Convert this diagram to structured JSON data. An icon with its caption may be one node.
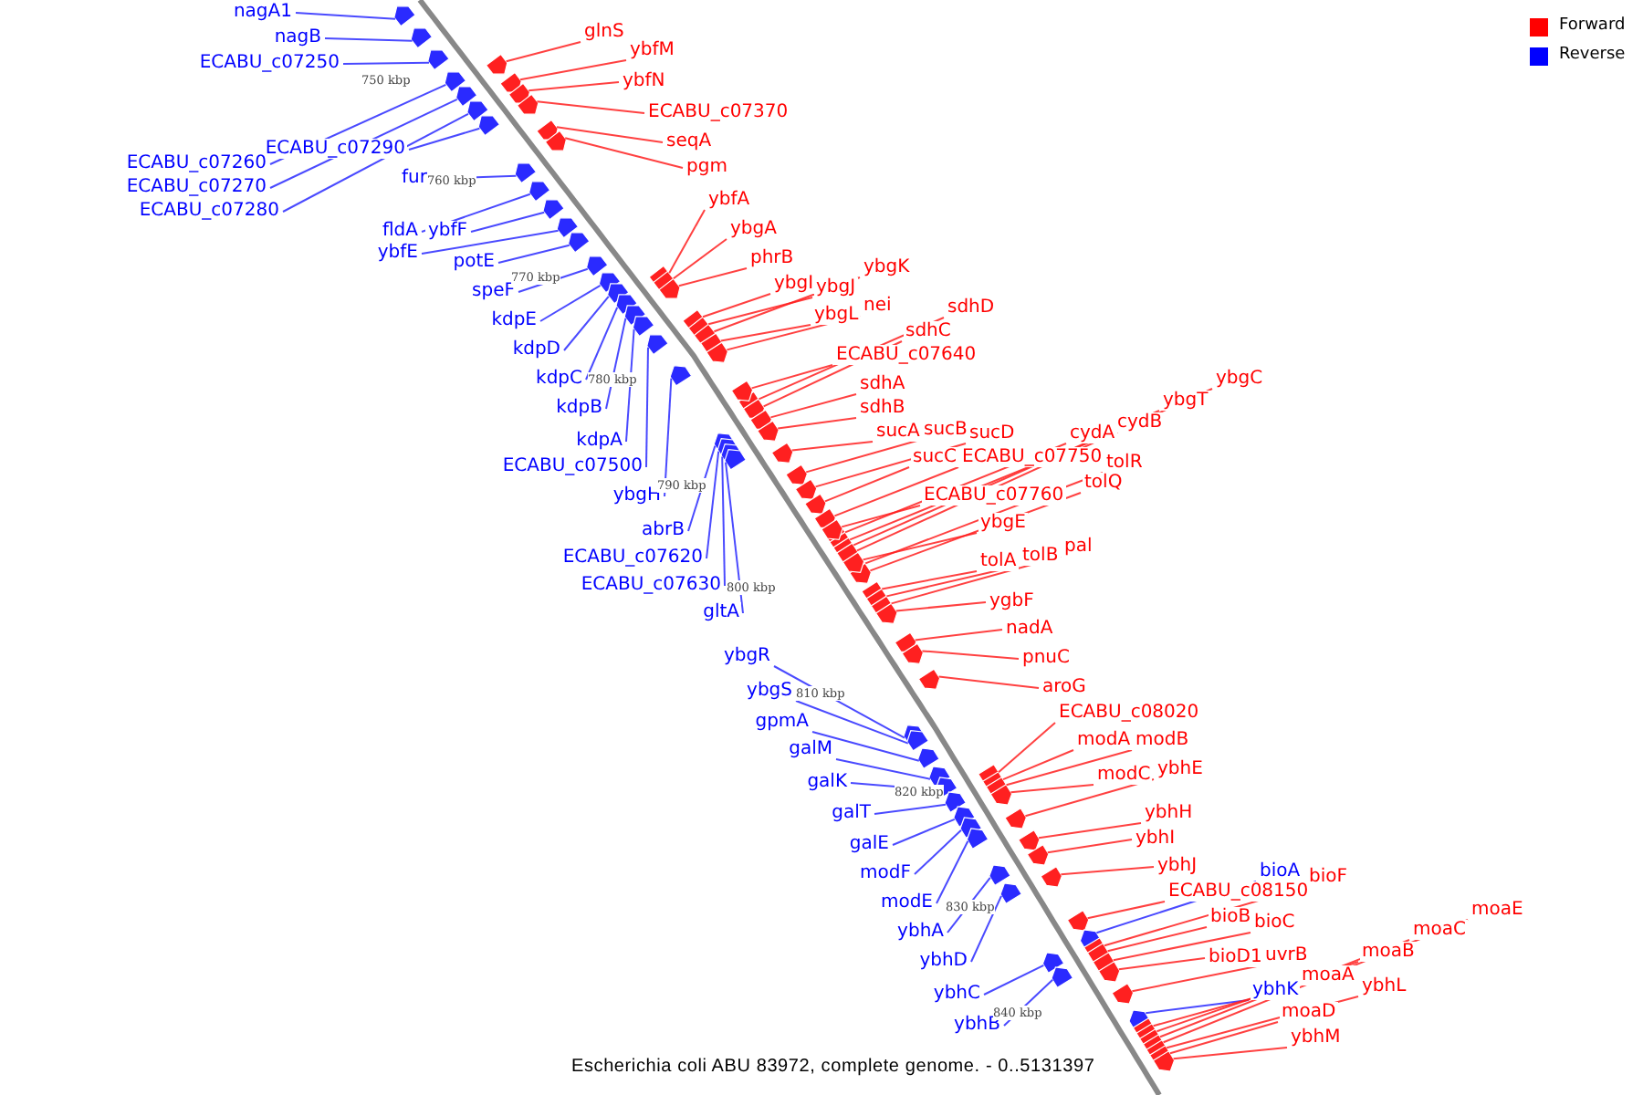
{
  "diagram": {
    "caption": "Escherichia coli ABU 83972, complete genome. - 0..5131397",
    "nodes": [
      {
        "text": [
          "nagA1"
        ]
      },
      {
        "text": [
          "nagB"
        ]
      },
      {
        "text": [
          "ECABU_c07250"
        ]
      },
      {
        "text": [
          "ECABU_c07290"
        ]
      },
      {
        "text": [
          "ECABU_c07260"
        ]
      },
      {
        "text": [
          "ECABU_c07270"
        ]
      },
      {
        "text": [
          "ECABU_c07280"
        ]
      },
      {
        "text": [
          "fur"
        ]
      },
      {
        "text": [
          "fldA"
        ]
      },
      {
        "text": [
          "ybfF"
        ]
      },
      {
        "text": [
          "ybfE"
        ]
      },
      {
        "text": [
          "potE"
        ]
      },
      {
        "text": [
          "speF"
        ]
      },
      {
        "text": [
          "kdpE"
        ]
      },
      {
        "text": [
          "kdpD"
        ]
      },
      {
        "text": [
          "kdpC"
        ]
      },
      {
        "text": [
          "kdpB"
        ]
      },
      {
        "text": [
          "kdpA"
        ]
      },
      {
        "text": [
          "ECABU_c07500"
        ]
      },
      {
        "text": [
          "ybgH"
        ]
      },
      {
        "text": [
          "abrB"
        ]
      },
      {
        "text": [
          "ECABU_c07620"
        ]
      },
      {
        "text": [
          "ECABU_c07630"
        ]
      },
      {
        "text": [
          "gltA"
        ]
      },
      {
        "text": [
          "ybgR"
        ]
      },
      {
        "text": [
          "ybgS"
        ]
      },
      {
        "text": [
          "gpmA"
        ]
      },
      {
        "text": [
          "galM"
        ]
      },
      {
        "text": [
          "galK"
        ]
      },
      {
        "text": [
          "galT"
        ]
      },
      {
        "text": [
          "galE"
        ]
      },
      {
        "text": [
          "modF"
        ]
      },
      {
        "text": [
          "modE"
        ]
      },
      {
        "text": [
          "ybhA"
        ]
      },
      {
        "text": [
          "ybhD"
        ]
      },
      {
        "text": [
          "ybhC"
        ]
      },
      {
        "text": [
          "ybhB"
        ]
      },
      {
        "text": [
          "glnS"
        ]
      },
      {
        "text": [
          "ybfM"
        ]
      },
      {
        "text": [
          "ybfN"
        ]
      },
      {
        "text": [
          "ECABU_c07370"
        ]
      },
      {
        "text": [
          "seqA"
        ]
      },
      {
        "text": [
          "pgm"
        ]
      },
      {
        "text": [
          "ybfA"
        ]
      },
      {
        "text": [
          "ybgA"
        ]
      },
      {
        "text": [
          "phrB"
        ]
      },
      {
        "text": [
          "ybgI"
        ]
      },
      {
        "text": [
          "ybgJ"
        ]
      },
      {
        "text": [
          "ybgK"
        ]
      },
      {
        "text": [
          "ybgL"
        ]
      },
      {
        "text": [
          "nei"
        ]
      },
      {
        "text": [
          "sdhD"
        ]
      },
      {
        "text": [
          "sdhC"
        ]
      },
      {
        "text": [
          "ECABU_c07640"
        ]
      },
      {
        "text": [
          "sdhA"
        ]
      },
      {
        "text": [
          "sdhB"
        ]
      },
      {
        "text": [
          "sucA"
        ]
      },
      {
        "text": [
          "sucB"
        ]
      },
      {
        "text": [
          "sucD"
        ]
      },
      {
        "text": [
          "sucC"
        ]
      },
      {
        "text": [
          "ECABU_c07750"
        ]
      },
      {
        "text": [
          "cydA"
        ]
      },
      {
        "text": [
          "cydB"
        ]
      },
      {
        "text": [
          "ybgT"
        ]
      },
      {
        "text": [
          "ybgC"
        ]
      },
      {
        "text": [
          "tolR"
        ]
      },
      {
        "text": [
          "tolQ"
        ]
      },
      {
        "text": [
          "ECABU_c07760"
        ]
      },
      {
        "text": [
          "ybgE"
        ]
      },
      {
        "text": [
          "tolA"
        ]
      },
      {
        "text": [
          "tolB"
        ]
      },
      {
        "text": [
          "pal"
        ]
      },
      {
        "text": [
          "ygbF"
        ]
      },
      {
        "text": [
          "nadA"
        ]
      },
      {
        "text": [
          "pnuC"
        ]
      },
      {
        "text": [
          "aroG"
        ]
      },
      {
        "text": [
          "ECABU_c08020"
        ]
      },
      {
        "text": [
          "modA"
        ]
      },
      {
        "text": [
          "modB"
        ]
      },
      {
        "text": [
          "modC"
        ]
      },
      {
        "text": [
          "ybhE"
        ]
      },
      {
        "text": [
          "ybhH"
        ]
      },
      {
        "text": [
          "ybhI"
        ]
      },
      {
        "text": [
          "ybhJ"
        ]
      },
      {
        "text": [
          "ECABU_c08150"
        ]
      },
      {
        "text": [
          "bioA"
        ]
      },
      {
        "text": [
          "bioF"
        ]
      },
      {
        "text": [
          "bioB"
        ]
      },
      {
        "text": [
          "bioC"
        ]
      },
      {
        "text": [
          "bioD1"
        ]
      },
      {
        "text": [
          "uvrB"
        ]
      },
      {
        "text": [
          "ybhK"
        ]
      },
      {
        "text": [
          "moaA"
        ]
      },
      {
        "text": [
          "moaB"
        ]
      },
      {
        "text": [
          "moaC"
        ]
      },
      {
        "text": [
          "moaE"
        ]
      },
      {
        "text": [
          "ybhL"
        ]
      },
      {
        "text": [
          "moaD"
        ]
      },
      {
        "text": [
          "ybhM"
        ]
      },
      {
        "text": [],
        "shape": "arrow"
      },
      {
        "text": [],
        "shape": "arrow"
      },
      {
        "text": [],
        "shape": "arrow"
      },
      {
        "text": [],
        "shape": "arrow"
      },
      {
        "text": [],
        "shape": "arrow"
      },
      {
        "text": [],
        "shape": "arrow"
      },
      {
        "text": [],
        "shape": "arrow"
      },
      {
        "text": [],
        "shape": "arrow"
      },
      {
        "text": [],
        "shape": "arrow"
      },
      {
        "text": [],
        "shape": "arrow"
      },
      {
        "text": [],
        "shape": "arrow"
      },
      {
        "text": [],
        "shape": "arrow"
      },
      {
        "text": [],
        "shape": "arrow"
      },
      {
        "text": [],
        "shape": "arrow"
      },
      {
        "text": [],
        "shape": "arrow"
      },
      {
        "text": [],
        "shape": "arrow"
      },
      {
        "text": [],
        "shape": "arrow"
      },
      {
        "text": [],
        "shape": "arrow"
      },
      {
        "text": [],
        "shape": "arrow"
      },
      {
        "text": [],
        "shape": "arrow"
      },
      {
        "text": [],
        "shape": "arrow"
      },
      {
        "text": [],
        "shape": "arrow"
      },
      {
        "text": [],
        "shape": "arrow"
      },
      {
        "text": [],
        "shape": "arrow"
      },
      {
        "text": [],
        "shape": "arrow"
      },
      {
        "text": [],
        "shape": "arrow"
      },
      {
        "text": [],
        "shape": "arrow"
      },
      {
        "text": [],
        "shape": "arrow"
      },
      {
        "text": [],
        "shape": "arrow"
      },
      {
        "text": [],
        "shape": "arrow"
      },
      {
        "text": [],
        "shape": "arrow"
      },
      {
        "text": [],
        "shape": "arrow"
      },
      {
        "text": [],
        "shape": "arrow"
      },
      {
        "text": [],
        "shape": "arrow"
      },
      {
        "text": [],
        "shape": "arrow"
      },
      {
        "text": [],
        "shape": "arrow"
      },
      {
        "text": [],
        "shape": "arrow"
      },
      {
        "text": [],
        "shape": "arrow"
      },
      {
        "text": [],
        "shape": "arrow"
      },
      {
        "text": [],
        "shape": "arrow"
      },
      {
        "text": [],
        "shape": "arrow"
      },
      {
        "text": [],
        "shape": "arrow"
      },
      {
        "text": [],
        "shape": "arrow"
      },
      {
        "text": [],
        "shape": "arrow"
      },
      {
        "text": [],
        "shape": "arrow"
      },
      {
        "text": [],
        "shape": "arrow"
      },
      {
        "text": [],
        "shape": "arrow"
      },
      {
        "text": [],
        "shape": "arrow"
      },
      {
        "text": [],
        "shape": "arrow"
      },
      {
        "text": [],
        "shape": "arrow"
      },
      {
        "text": [],
        "shape": "arrow"
      },
      {
        "text": [],
        "shape": "arrow"
      },
      {
        "text": [],
        "shape": "arrow"
      },
      {
        "text": [],
        "shape": "arrow"
      },
      {
        "text": [],
        "shape": "arrow"
      },
      {
        "text": [],
        "shape": "arrow"
      },
      {
        "text": [],
        "shape": "arrow"
      },
      {
        "text": [],
        "shape": "arrow"
      },
      {
        "text": [],
        "shape": "arrow"
      },
      {
        "text": [],
        "shape": "arrow"
      },
      {
        "text": [],
        "shape": "arrow"
      },
      {
        "text": [],
        "shape": "arrow"
      },
      {
        "text": [],
        "shape": "arrow"
      },
      {
        "text": [],
        "shape": "arrow"
      },
      {
        "text": [],
        "shape": "arrow"
      },
      {
        "text": [],
        "shape": "arrow"
      },
      {
        "text": [],
        "shape": "arrow"
      },
      {
        "text": [],
        "shape": "arrow"
      },
      {
        "text": [],
        "shape": "arrow"
      },
      {
        "text": [],
        "shape": "arrow"
      },
      {
        "text": [],
        "shape": "arrow"
      },
      {
        "text": [],
        "shape": "arrow"
      },
      {
        "text": [],
        "shape": "arrow"
      },
      {
        "text": [],
        "shape": "arrow"
      },
      {
        "text": [],
        "shape": "arrow"
      },
      {
        "text": [],
        "shape": "arrow"
      },
      {
        "text": [],
        "shape": "arrow"
      },
      {
        "text": [],
        "shape": "arrow"
      },
      {
        "text": [],
        "shape": "arrow"
      },
      {
        "text": [],
        "shape": "arrow"
      },
      {
        "text": [],
        "shape": "arrow"
      },
      {
        "text": [],
        "shape": "arrow"
      },
      {
        "text": [],
        "shape": "arrow"
      },
      {
        "text": [],
        "shape": "arrow"
      },
      {
        "text": [],
        "shape": "arrow"
      },
      {
        "text": [],
        "shape": "arrow"
      },
      {
        "text": [],
        "shape": "arrow"
      },
      {
        "text": [],
        "shape": "arrow"
      },
      {
        "text": [],
        "shape": "arrow"
      },
      {
        "text": [],
        "shape": "arrow"
      },
      {
        "text": [],
        "shape": "arrow"
      },
      {
        "text": [],
        "shape": "arrow"
      },
      {
        "text": [],
        "shape": "arrow"
      },
      {
        "text": [],
        "shape": "arrow"
      },
      {
        "text": [],
        "shape": "arrow"
      },
      {
        "text": [],
        "shape": "arrow"
      },
      {
        "text": [],
        "shape": "arrow"
      },
      {
        "text": [],
        "shape": "arrow"
      },
      {
        "text": [],
        "shape": "arrow"
      }
    ],
    "edges": [
      {
        "from": 0,
        "to": 99,
        "arrow": "none",
        "color": "#2a2aff"
      },
      {
        "from": 1,
        "to": 100,
        "arrow": "none",
        "color": "#2a2aff"
      },
      {
        "from": 2,
        "to": 101,
        "arrow": "none",
        "color": "#2a2aff"
      },
      {
        "from": 3,
        "to": 102,
        "arrow": "none",
        "color": "#2a2aff"
      },
      {
        "from": 4,
        "to": 103,
        "arrow": "none",
        "color": "#2a2aff"
      },
      {
        "from": 5,
        "to": 104,
        "arrow": "none",
        "color": "#2a2aff"
      },
      {
        "from": 6,
        "to": 105,
        "arrow": "none",
        "color": "#2a2aff"
      },
      {
        "from": 7,
        "to": 106,
        "arrow": "none",
        "color": "#2a2aff"
      },
      {
        "from": 8,
        "to": 107,
        "arrow": "none",
        "color": "#2a2aff"
      },
      {
        "from": 9,
        "to": 108,
        "arrow": "none",
        "color": "#2a2aff"
      },
      {
        "from": 10,
        "to": 109,
        "arrow": "none",
        "color": "#2a2aff"
      },
      {
        "from": 11,
        "to": 110,
        "arrow": "none",
        "color": "#2a2aff"
      },
      {
        "from": 12,
        "to": 111,
        "arrow": "none",
        "color": "#2a2aff"
      },
      {
        "from": 13,
        "to": 112,
        "arrow": "none",
        "color": "#2a2aff"
      },
      {
        "from": 14,
        "to": 113,
        "arrow": "none",
        "color": "#2a2aff"
      },
      {
        "from": 15,
        "to": 114,
        "arrow": "none",
        "color": "#2a2aff"
      },
      {
        "from": 16,
        "to": 115,
        "arrow": "none",
        "color": "#2a2aff"
      },
      {
        "from": 17,
        "to": 116,
        "arrow": "none",
        "color": "#2a2aff"
      },
      {
        "from": 18,
        "to": 117,
        "arrow": "none",
        "color": "#2a2aff"
      },
      {
        "from": 19,
        "to": 118,
        "arrow": "none",
        "color": "#2a2aff"
      },
      {
        "from": 20,
        "to": 119,
        "arrow": "none",
        "color": "#2a2aff"
      },
      {
        "from": 21,
        "to": 120,
        "arrow": "none",
        "color": "#2a2aff"
      },
      {
        "from": 22,
        "to": 121,
        "arrow": "none",
        "color": "#2a2aff"
      },
      {
        "from": 23,
        "to": 122,
        "arrow": "none",
        "color": "#2a2aff"
      },
      {
        "from": 24,
        "to": 123,
        "arrow": "none",
        "color": "#2a2aff"
      },
      {
        "from": 25,
        "to": 124,
        "arrow": "none",
        "color": "#2a2aff"
      },
      {
        "from": 26,
        "to": 125,
        "arrow": "none",
        "color": "#2a2aff"
      },
      {
        "from": 27,
        "to": 126,
        "arrow": "none",
        "color": "#2a2aff"
      },
      {
        "from": 28,
        "to": 127,
        "arrow": "none",
        "color": "#2a2aff"
      },
      {
        "from": 29,
        "to": 128,
        "arrow": "none",
        "color": "#2a2aff"
      },
      {
        "from": 30,
        "to": 129,
        "arrow": "none",
        "color": "#2a2aff"
      },
      {
        "from": 31,
        "to": 130,
        "arrow": "none",
        "color": "#2a2aff"
      },
      {
        "from": 32,
        "to": 131,
        "arrow": "none",
        "color": "#2a2aff"
      },
      {
        "from": 33,
        "to": 132,
        "arrow": "none",
        "color": "#2a2aff"
      },
      {
        "from": 34,
        "to": 133,
        "arrow": "none",
        "color": "#2a2aff"
      },
      {
        "from": 35,
        "to": 134,
        "arrow": "none",
        "color": "#2a2aff"
      },
      {
        "from": 36,
        "to": 135,
        "arrow": "none",
        "color": "#2a2aff"
      },
      {
        "from": 37,
        "to": 136,
        "arrow": "none"
      },
      {
        "from": 38,
        "to": 137,
        "arrow": "none"
      },
      {
        "from": 39,
        "to": 138,
        "arrow": "none"
      },
      {
        "from": 40,
        "to": 139,
        "arrow": "none"
      },
      {
        "from": 41,
        "to": 140,
        "arrow": "none"
      },
      {
        "from": 42,
        "to": 141,
        "arrow": "none"
      },
      {
        "from": 43,
        "to": 142,
        "arrow": "none"
      },
      {
        "from": 44,
        "to": 143,
        "arrow": "none"
      },
      {
        "from": 45,
        "to": 144,
        "arrow": "none"
      },
      {
        "from": 46,
        "to": 145,
        "arrow": "none"
      },
      {
        "from": 47,
        "to": 146,
        "arrow": "none"
      },
      {
        "from": 48,
        "to": 147,
        "arrow": "none"
      },
      {
        "from": 49,
        "to": 148,
        "arrow": "none"
      },
      {
        "from": 50,
        "to": 149,
        "arrow": "none"
      },
      {
        "from": 51,
        "to": 150,
        "arrow": "none"
      },
      {
        "from": 52,
        "to": 151,
        "arrow": "none"
      },
      {
        "from": 53,
        "to": 152,
        "arrow": "none"
      },
      {
        "from": 54,
        "to": 153,
        "arrow": "none"
      },
      {
        "from": 55,
        "to": 154,
        "arrow": "none"
      },
      {
        "from": 56,
        "to": 155,
        "arrow": "none"
      },
      {
        "from": 57,
        "to": 156,
        "arrow": "none"
      },
      {
        "from": 58,
        "to": 157,
        "arrow": "none"
      },
      {
        "from": 59,
        "to": 158,
        "arrow": "none"
      },
      {
        "from": 60,
        "to": 159,
        "arrow": "none"
      },
      {
        "from": 61,
        "to": 160,
        "arrow": "none"
      },
      {
        "from": 62,
        "to": 161,
        "arrow": "none"
      },
      {
        "from": 63,
        "to": 162,
        "arrow": "none"
      },
      {
        "from": 64,
        "to": 163,
        "arrow": "none"
      },
      {
        "from": 65,
        "to": 164,
        "arrow": "none"
      },
      {
        "from": 66,
        "to": 165,
        "arrow": "none"
      },
      {
        "from": 67,
        "to": 166,
        "arrow": "none"
      },
      {
        "from": 68,
        "to": 167,
        "arrow": "none"
      },
      {
        "from": 69,
        "to": 168,
        "arrow": "none"
      },
      {
        "from": 70,
        "to": 169,
        "arrow": "none"
      },
      {
        "from": 71,
        "to": 170,
        "arrow": "none"
      },
      {
        "from": 72,
        "to": 171,
        "arrow": "none"
      },
      {
        "from": 73,
        "to": 172,
        "arrow": "none"
      },
      {
        "from": 74,
        "to": 173,
        "arrow": "none"
      },
      {
        "from": 75,
        "to": 174,
        "arrow": "none"
      },
      {
        "from": 76,
        "to": 175,
        "arrow": "none"
      },
      {
        "from": 77,
        "to": 176,
        "arrow": "none"
      },
      {
        "from": 78,
        "to": 177,
        "arrow": "none"
      },
      {
        "from": 79,
        "to": 178,
        "arrow": "none"
      },
      {
        "from": 80,
        "to": 179,
        "arrow": "none"
      },
      {
        "from": 81,
        "to": 180,
        "arrow": "none"
      },
      {
        "from": 82,
        "to": 181,
        "arrow": "none"
      },
      {
        "from": 83,
        "to": 182,
        "arrow": "none"
      },
      {
        "from": 84,
        "to": 183,
        "arrow": "none"
      },
      {
        "from": 85,
        "to": 184,
        "arrow": "none",
        "color": "#2a2aff"
      },
      {
        "from": 86,
        "to": 185,
        "arrow": "none"
      },
      {
        "from": 87,
        "to": 186,
        "arrow": "none"
      },
      {
        "from": 88,
        "to": 187,
        "arrow": "none"
      },
      {
        "from": 89,
        "to": 188,
        "arrow": "none"
      },
      {
        "from": 90,
        "to": 189,
        "arrow": "none"
      },
      {
        "from": 91,
        "to": 190,
        "arrow": "none",
        "color": "#2a2aff"
      },
      {
        "from": 92,
        "to": 191,
        "arrow": "none"
      },
      {
        "from": 93,
        "to": 192,
        "arrow": "none"
      },
      {
        "from": 94,
        "to": 193,
        "arrow": "none"
      },
      {
        "from": 95,
        "to": 194,
        "arrow": "none"
      },
      {
        "from": 96,
        "to": 195,
        "arrow": "none"
      },
      {
        "from": 97,
        "to": 196,
        "arrow": "none"
      },
      {
        "from": 98,
        "to": 197,
        "arrow": "none"
      }
    ],
    "labels": [
      "750 kbp",
      "760 kbp",
      "770 kbp",
      "780 kbp",
      "790 kbp",
      "800 kbp",
      "810 kbp",
      "820 kbp",
      "830 kbp",
      "840 kbp"
    ],
    "legend": [
      {
        "text": "Forward",
        "color": "#ff0000"
      },
      {
        "text": "Reverse",
        "color": "#0000ff"
      }
    ]
  }
}
